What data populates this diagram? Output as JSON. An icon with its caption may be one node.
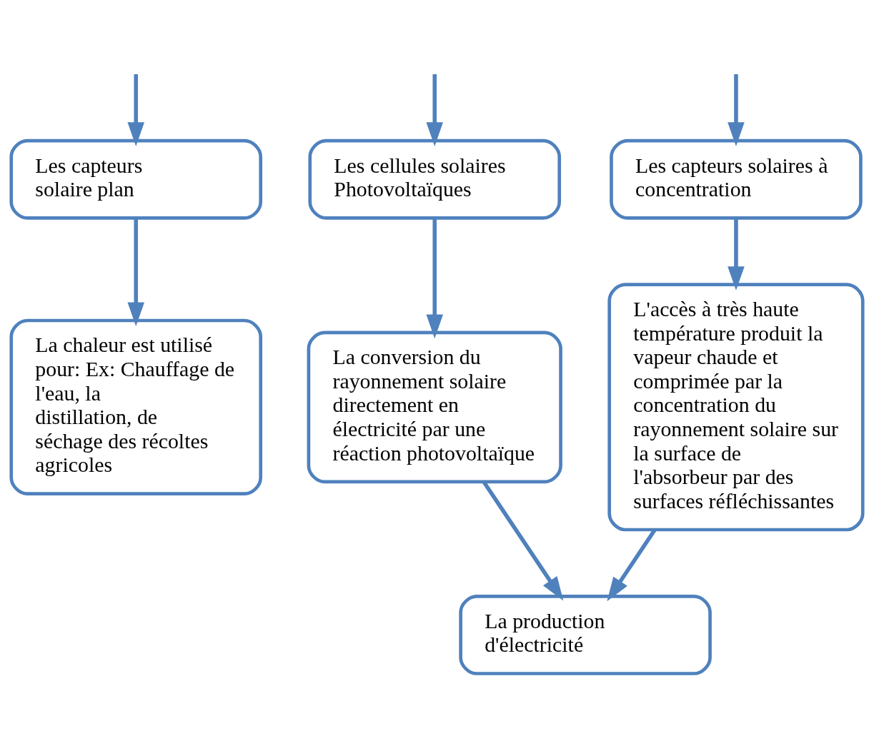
{
  "diagram": {
    "nodes": [
      {
        "text": [
          "Les capteurs solaire plan"
        ]
      },
      {
        "text": [
          "Les capteurs solaires à concentration"
        ]
      },
      {
        "text": [
          "Les cellules solaires Photovoltaïques"
        ]
      },
      {
        "text": [
          "La chaleur est utilisé pour: Ex: Chauffage de l'eau, la distillation, de séchage des récoltes agricoles"
        ]
      },
      {
        "text": [
          "L'accès à très haute température produit la vapeur chaude et comprimée par la concentration du rayonnement solaire sur la surface de l'absorbeur par des surfaces réfléchissantes"
        ]
      },
      {
        "text": [
          "La conversion du rayonnement solaire directement en électricité par une réaction photovoltaïque"
        ]
      },
      {
        "text": [
          "La production d'électricité"
        ]
      }
    ],
    "edges": [
      {
        "from": null,
        "to": 0,
        "arrow": "to"
      },
      {
        "from": null,
        "to": 1,
        "arrow": "to"
      },
      {
        "from": null,
        "to": 2,
        "arrow": "to"
      },
      {
        "from": 0,
        "to": 3,
        "arrow": "to"
      },
      {
        "from": 1,
        "to": 4,
        "arrow": "to"
      },
      {
        "from": 2,
        "to": 5,
        "arrow": "to"
      },
      {
        "from": 4,
        "to": 6,
        "arrow": "to"
      },
      {
        "from": 5,
        "to": 6,
        "arrow": "to"
      }
    ]
  }
}
